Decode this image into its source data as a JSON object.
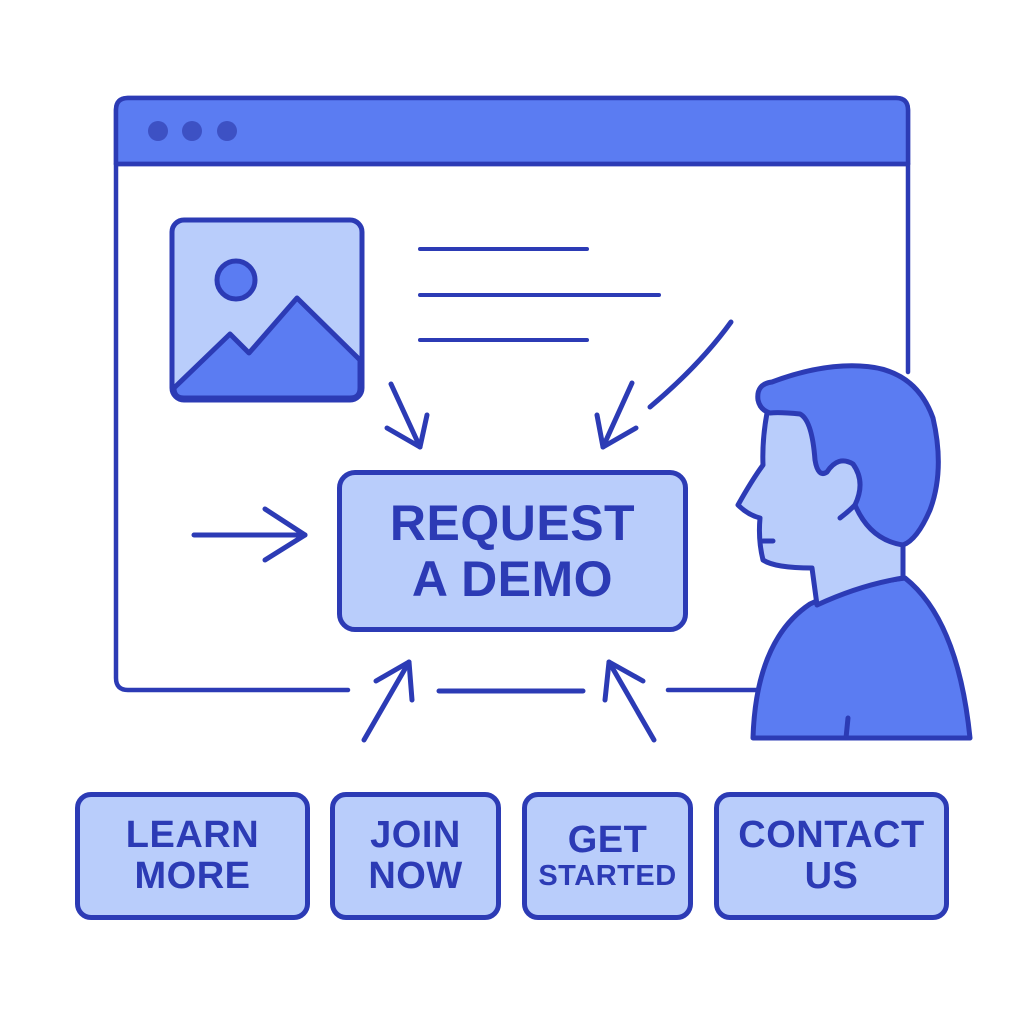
{
  "colors": {
    "stroke": "#2c3bb5",
    "fill_dark": "#5b7cf2",
    "fill_light": "#b9cdfb",
    "background": "#ffffff"
  },
  "browser_window": {
    "titlebar_dots": 3,
    "icons": [
      "image-placeholder-icon",
      "text-lines-icon"
    ]
  },
  "main_cta": {
    "line1": "REQUEST",
    "line2": "A DEMO"
  },
  "buttons": [
    {
      "line1": "LEARN",
      "line2": "MORE"
    },
    {
      "line1": "JOIN",
      "line2": "NOW"
    },
    {
      "line1": "GET",
      "line2": "STARTED"
    },
    {
      "line1": "CONTACT",
      "line2": "US"
    }
  ],
  "person": {
    "icon": "person-profile-icon"
  }
}
